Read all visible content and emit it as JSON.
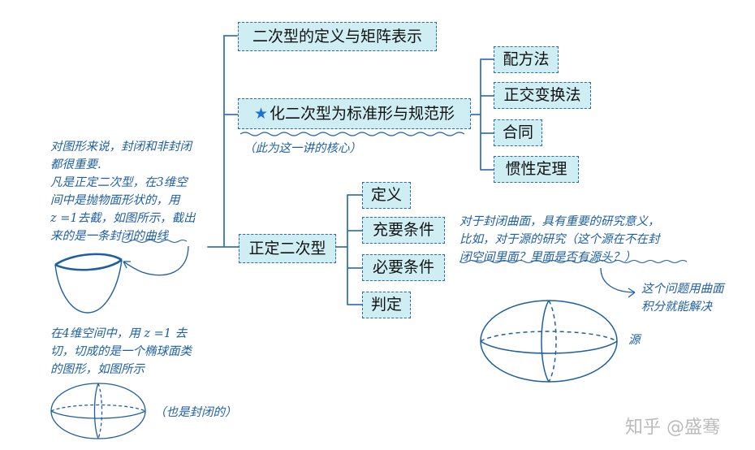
{
  "nodes": {
    "definition": "二次型的定义与矩阵表示",
    "standardize_star": "★",
    "standardize": "化二次型为标准形与规范形",
    "positive_definite": "正定二次型",
    "completing_square": "配方法",
    "orthogonal_transform": "正交变换法",
    "congruence": "合同",
    "inertia_theorem": "惯性定理",
    "pd_definition": "定义",
    "necessary_sufficient": "充要条件",
    "necessary": "必要条件",
    "judgement": "判定"
  },
  "notes": {
    "core_note": "（此为这一讲的核心）",
    "left_note": [
      "对图形来说，封闭和非封闭",
      "都很重要.",
      "凡是正定二次型，在3维空",
      "间中是抛物面形状的，用",
      "z =1去截，如图所示，截出",
      "来的是一条封闭的曲线"
    ],
    "left_note_2": [
      "在4维空间中，用 z =1 去",
      "切，切成的是一个椭球面类",
      "的图形，如图所示"
    ],
    "also_closed": "（也是封闭的）",
    "right_note": [
      "对于封闭曲面，具有重要的研究意义，",
      "比如，对于源的研究（这个源在不在封",
      "闭空间里面？里面是否有源头？）"
    ],
    "solve_note": [
      "这个问题用曲面",
      "积分就能解决"
    ],
    "source_label": "源"
  },
  "watermark": "知乎 @盛骞",
  "colors": {
    "node_fill": "#cfeef4",
    "node_border": "#2b6aa6",
    "line": "#3a73b8",
    "handwriting": "#1f5fa0"
  }
}
